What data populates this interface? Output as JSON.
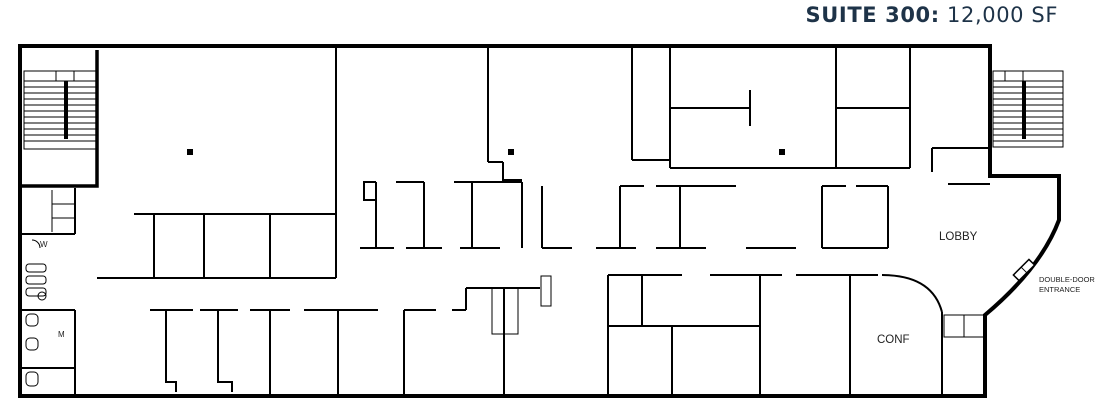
{
  "title": {
    "suite": "SUITE 300:",
    "area": "12,000 SF"
  },
  "rooms": {
    "lobby": "LOBBY",
    "conf": "CONF",
    "restroom_w": "W",
    "restroom_m": "M"
  },
  "annotations": {
    "entrance_line1": "DOUBLE-DOOR",
    "entrance_line2": "ENTRANCE"
  },
  "colors": {
    "wall": "#000000",
    "title": "#1e3348",
    "background": "#ffffff"
  }
}
